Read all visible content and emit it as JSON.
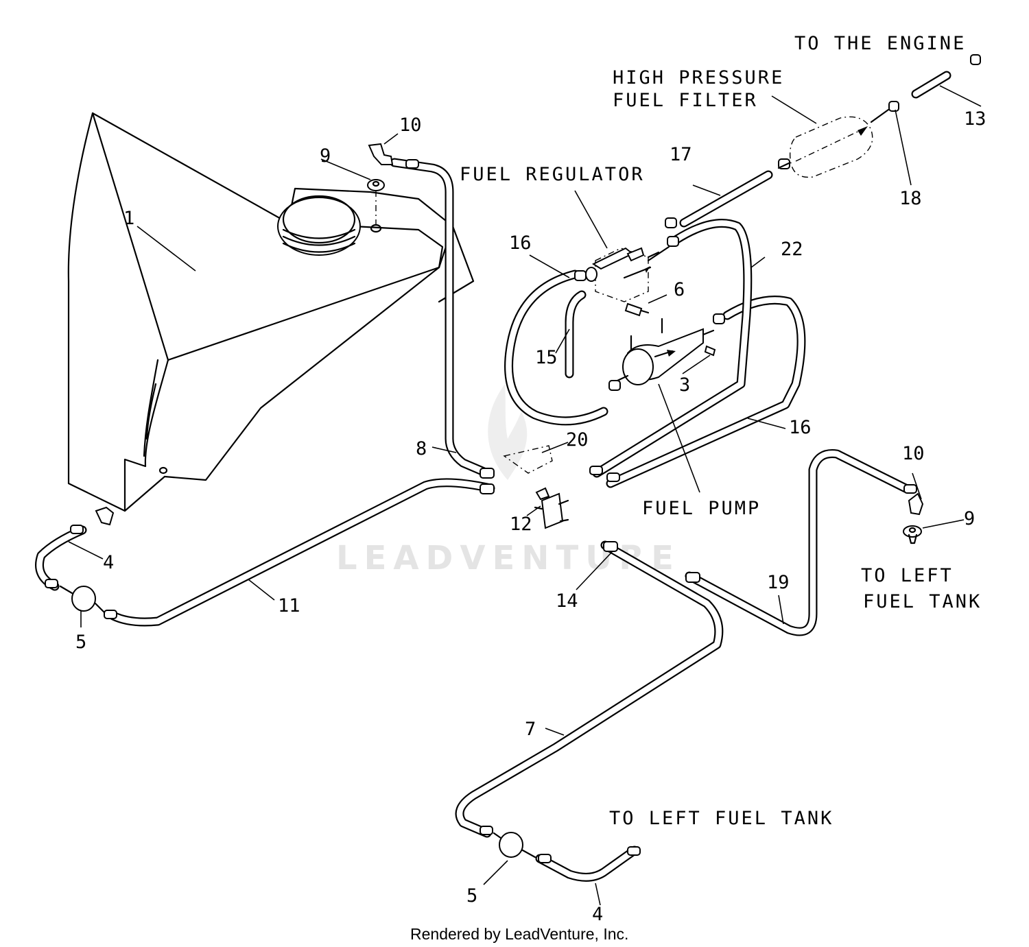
{
  "labels": {
    "to_engine": "TO THE ENGINE",
    "hp_filter_l1": "HIGH PRESSURE",
    "hp_filter_l2": "FUEL FILTER",
    "fuel_regulator": "FUEL REGULATOR",
    "fuel_pump": "FUEL PUMP",
    "to_left_tank_right_l1": "TO LEFT",
    "to_left_tank_right_l2": "FUEL TANK",
    "to_left_tank_bottom": "TO LEFT FUEL TANK"
  },
  "callouts": {
    "c1": "1",
    "c3": "3",
    "c4a": "4",
    "c4b": "4",
    "c5a": "5",
    "c5b": "5",
    "c6": "6",
    "c7": "7",
    "c8": "8",
    "c9a": "9",
    "c9b": "9",
    "c10a": "10",
    "c10b": "10",
    "c11": "11",
    "c12": "12",
    "c13": "13",
    "c14": "14",
    "c15": "15",
    "c16a": "16",
    "c16b": "16",
    "c17": "17",
    "c18": "18",
    "c19": "19",
    "c20": "20",
    "c22": "22"
  },
  "watermark": "LEADVENTURE",
  "credit": "Rendered by LeadVenture, Inc."
}
